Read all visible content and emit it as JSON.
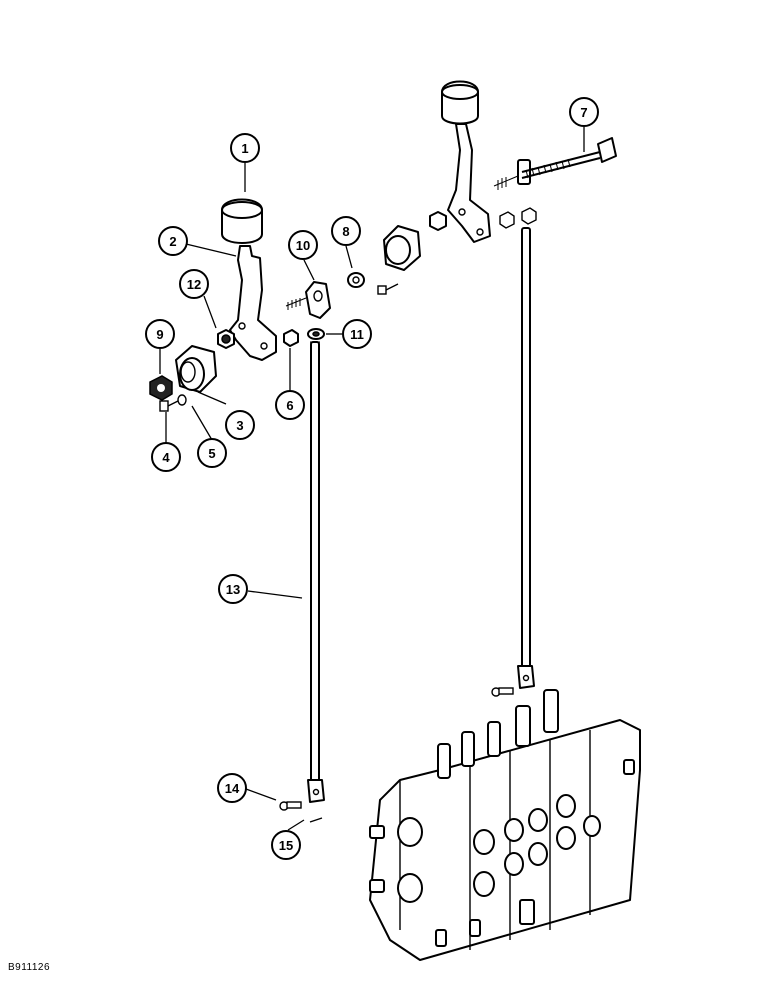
{
  "figure": {
    "figure_code": "B911126",
    "callouts": [
      {
        "id": "c1",
        "label": "1"
      },
      {
        "id": "c2",
        "label": "2"
      },
      {
        "id": "c3",
        "label": "3"
      },
      {
        "id": "c4",
        "label": "4"
      },
      {
        "id": "c5",
        "label": "5"
      },
      {
        "id": "c6",
        "label": "6"
      },
      {
        "id": "c7",
        "label": "7"
      },
      {
        "id": "c8",
        "label": "8"
      },
      {
        "id": "c9",
        "label": "9"
      },
      {
        "id": "c10",
        "label": "10"
      },
      {
        "id": "c11",
        "label": "11"
      },
      {
        "id": "c12",
        "label": "12"
      },
      {
        "id": "c13",
        "label": "13"
      },
      {
        "id": "c14",
        "label": "14"
      },
      {
        "id": "c15",
        "label": "15"
      }
    ]
  }
}
